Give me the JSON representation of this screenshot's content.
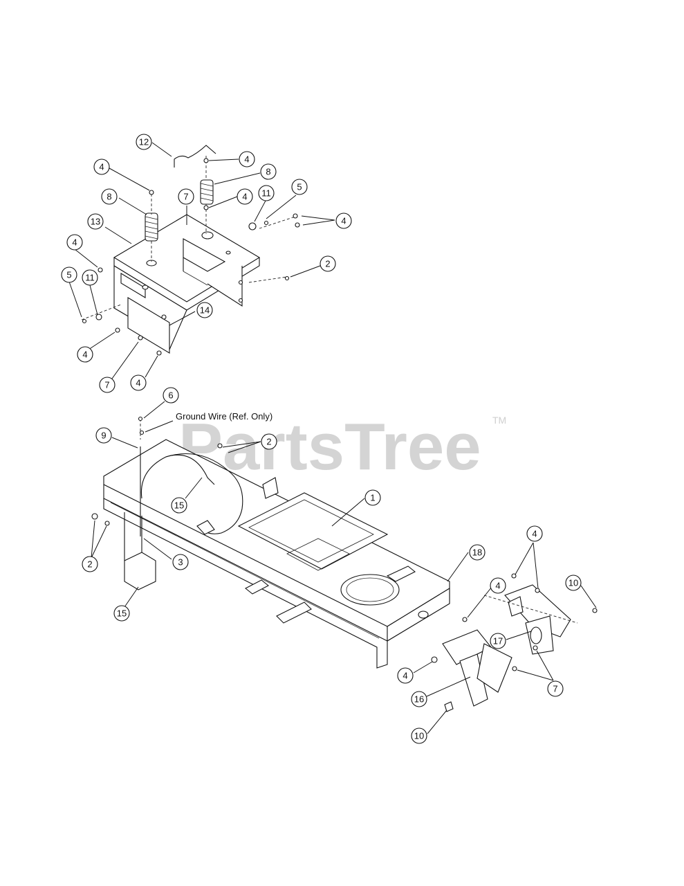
{
  "watermark": {
    "text": "PartsTree",
    "mark": "TM"
  },
  "note": "Ground Wire (Ref. Only)",
  "callouts": [
    {
      "label": "12"
    },
    {
      "label": "4"
    },
    {
      "label": "4"
    },
    {
      "label": "8"
    },
    {
      "label": "8"
    },
    {
      "label": "7"
    },
    {
      "label": "4"
    },
    {
      "label": "11"
    },
    {
      "label": "5"
    },
    {
      "label": "4"
    },
    {
      "label": "13"
    },
    {
      "label": "4"
    },
    {
      "label": "2"
    },
    {
      "label": "5"
    },
    {
      "label": "11"
    },
    {
      "label": "14"
    },
    {
      "label": "4"
    },
    {
      "label": "7"
    },
    {
      "label": "4"
    },
    {
      "label": "6"
    },
    {
      "label": "9"
    },
    {
      "label": "2"
    },
    {
      "label": "15"
    },
    {
      "label": "1"
    },
    {
      "label": "2"
    },
    {
      "label": "3"
    },
    {
      "label": "15"
    },
    {
      "label": "18"
    },
    {
      "label": "4"
    },
    {
      "label": "10"
    },
    {
      "label": "4"
    },
    {
      "label": "17"
    },
    {
      "label": "4"
    },
    {
      "label": "7"
    },
    {
      "label": "16"
    },
    {
      "label": "10"
    }
  ]
}
